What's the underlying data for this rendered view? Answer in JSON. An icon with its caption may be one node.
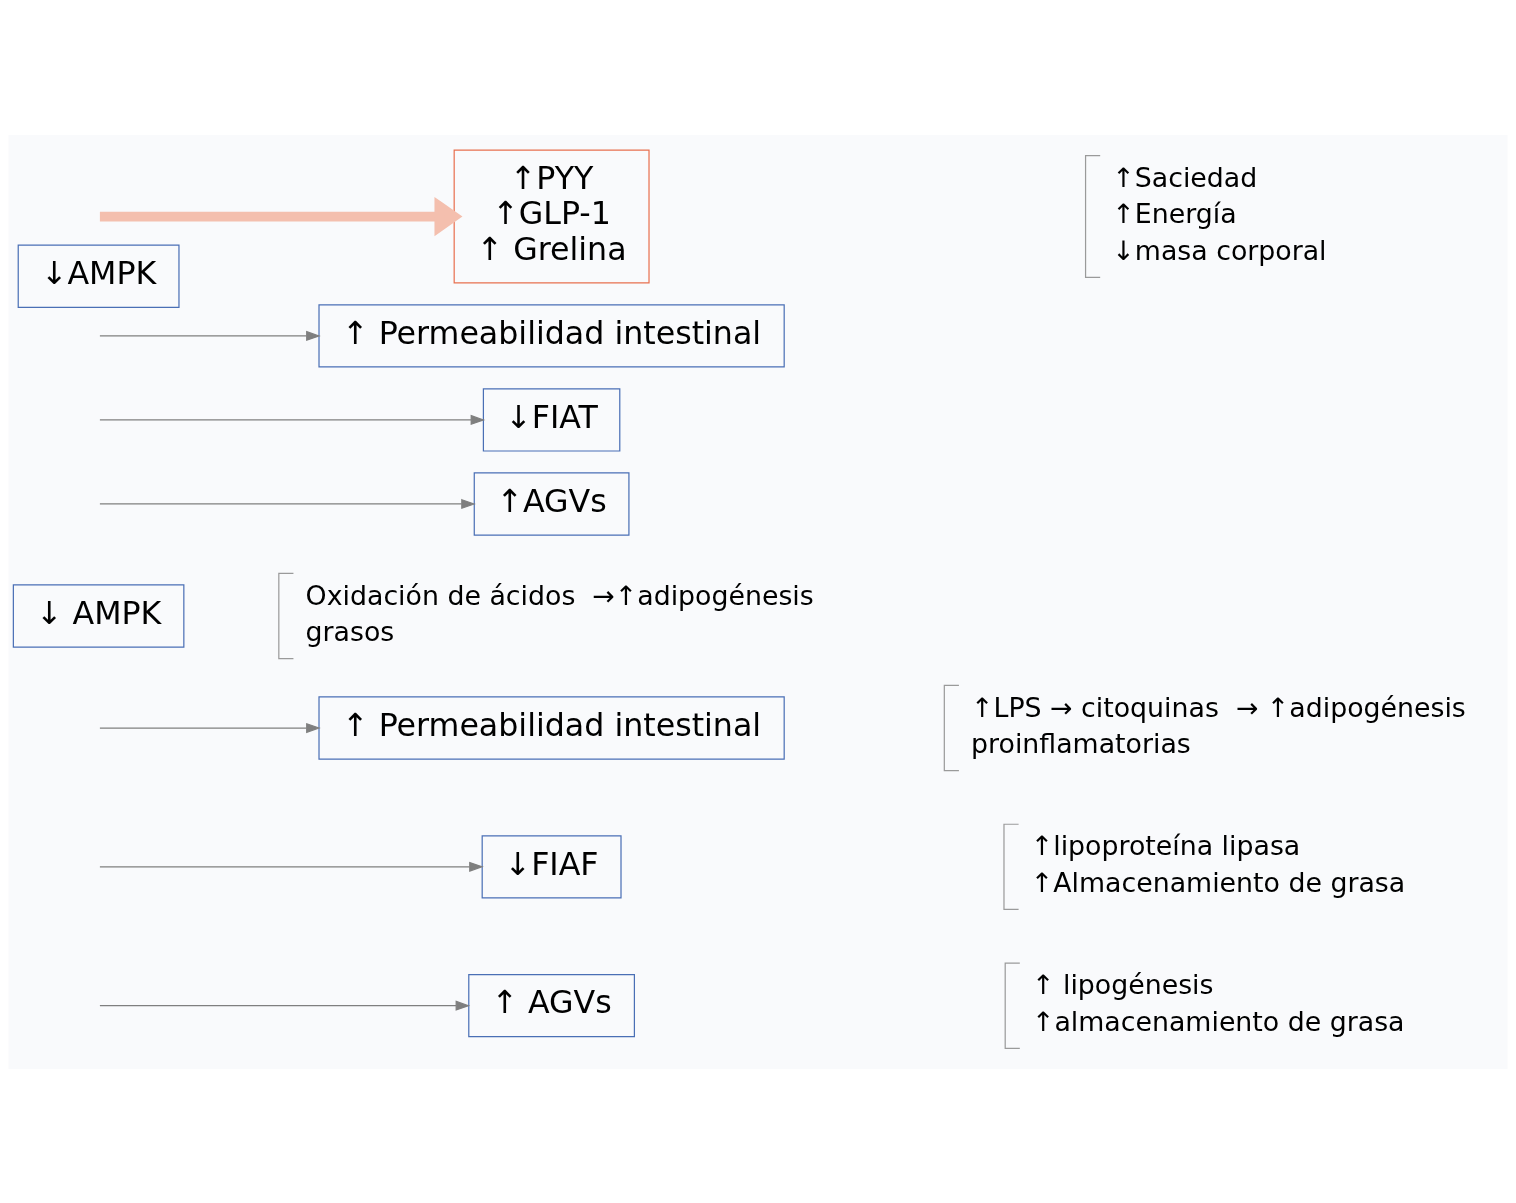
{
  "diagram": {
    "nodes": [
      {
        "text": [
          "↑ AGVs"
        ],
        "beside": [
          "↑ lipogénesis",
          "↑almacenamiento de grasa"
        ]
      },
      {
        "text": [
          "↓FIAF"
        ],
        "beside": [
          "↑lipoproteína lipasa",
          "↑Almacenamiento de grasa"
        ]
      },
      {
        "text": [
          "↑ Permeabilidad intestinal"
        ],
        "beside": [
          "↑LPS → citoquinas  → ↑adipogénesis",
          "proinflamatorias"
        ]
      },
      {
        "text": [
          "↓ AMPK"
        ],
        "beside": [
          "Oxidación de ácidos  →↑adipogénesis",
          "grasos"
        ]
      },
      {
        "text": [
          "↑AGVs"
        ]
      },
      {
        "text": [
          "↓FIAT"
        ]
      },
      {
        "text": [
          "↑ Permeabilidad intestinal"
        ]
      },
      {
        "text": [
          "↓AMPK"
        ]
      },
      {
        "text": [
          "↑PYY",
          "↑GLP-1",
          "↑ Grelina"
        ],
        "beside": [
          "↑Saciedad",
          "↑Energía",
          "↓masa corporal"
        ]
      }
    ],
    "edges": [
      {
        "from": null,
        "to": 0,
        "arrow": "to"
      },
      {
        "from": null,
        "to": 1,
        "arrow": "to"
      },
      {
        "from": null,
        "to": 2,
        "arrow": "to"
      },
      {
        "from": null,
        "to": 4,
        "arrow": "to"
      },
      {
        "from": null,
        "to": 5,
        "arrow": "to"
      },
      {
        "from": null,
        "to": 6,
        "arrow": "to"
      },
      {
        "from": null,
        "to": 8,
        "arrow": "to",
        "style": "thick",
        "color": "#f4bfae"
      }
    ]
  }
}
